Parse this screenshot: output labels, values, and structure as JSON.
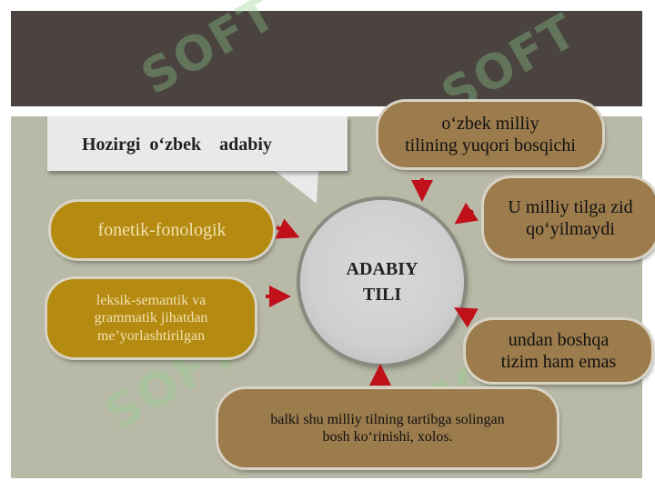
{
  "callout": {
    "text": "Hozirgi  o‘zbek    adabiy"
  },
  "center": {
    "text": "ADABIY\nTILI"
  },
  "nodes": {
    "fonetik": "fonetik-fonologik",
    "leksik": "leksik-semantik va\ngrammatik jihatdan\nme’yorlashtirilgan",
    "yuqori": "o‘zbek milliy\ntilining yuqori  bosqichi",
    "zid": "U milliy tilga  zid\nqo‘yilmaydi",
    "boshqa": "undan boshqa\ntizim ham emas",
    "balki": "balki shu milliy tilning  tartibga solingan\nbosh ko‘rinishi, xolos."
  },
  "colors": {
    "header": "#4a4340",
    "gold": "#b58a10",
    "brown": "#9c7b4c",
    "arrow": "#c0101a"
  }
}
